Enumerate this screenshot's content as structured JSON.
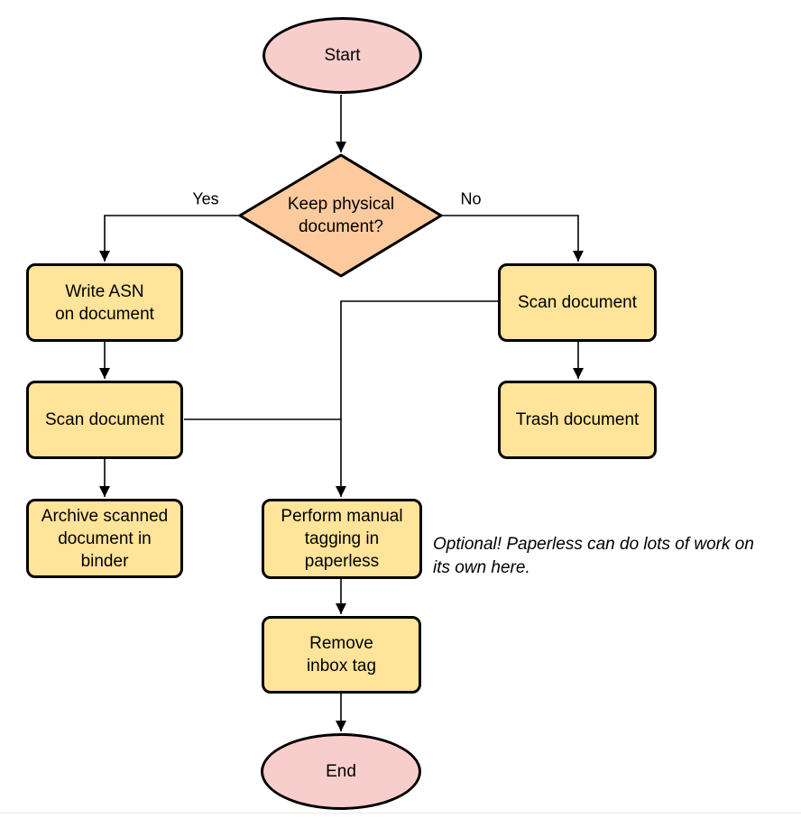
{
  "flowchart": {
    "nodes": {
      "start": {
        "label": "Start"
      },
      "decision": {
        "label": "Keep physical\ndocument?"
      },
      "write_asn": {
        "label": "Write ASN\non document"
      },
      "scan_left": {
        "label": "Scan document"
      },
      "archive": {
        "label": "Archive scanned\ndocument in\nbinder"
      },
      "scan_right": {
        "label": "Scan document"
      },
      "trash": {
        "label": "Trash document"
      },
      "tagging": {
        "label": "Perform manual\ntagging in\npaperless"
      },
      "remove_inbox": {
        "label": "Remove\ninbox tag"
      },
      "end": {
        "label": "End"
      }
    },
    "edge_labels": {
      "yes": "Yes",
      "no": "No"
    },
    "annotation": "Optional! Paperless can do lots of work on\nits own here.",
    "colors": {
      "terminal_fill": "#F8CECC",
      "decision_fill": "#FDCA9E",
      "process_fill": "#FFE499",
      "stroke": "#000000"
    }
  }
}
